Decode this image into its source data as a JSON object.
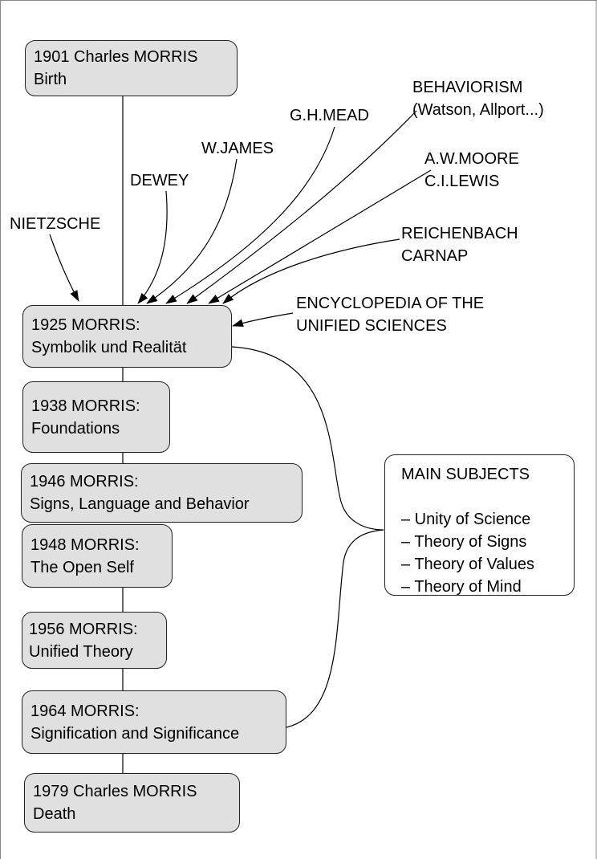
{
  "timeline": {
    "nodes": [
      {
        "line1": "1901 Charles MORRIS",
        "line2": "Birth"
      },
      {
        "line1": "1925 MORRIS:",
        "line2": "Symbolik und Realität"
      },
      {
        "line1": "1938 MORRIS:",
        "line2": "Foundations"
      },
      {
        "line1": "1946 MORRIS:",
        "line2": "Signs, Language and Behavior"
      },
      {
        "line1": "1948 MORRIS:",
        "line2": "The Open Self"
      },
      {
        "line1": "1956 MORRIS:",
        "line2": "Unified Theory"
      },
      {
        "line1": "1964 MORRIS:",
        "line2": "Signification and Significance"
      },
      {
        "line1": "1979 Charles MORRIS",
        "line2": "Death"
      }
    ]
  },
  "influences": [
    {
      "lines": [
        "NIETZSCHE"
      ]
    },
    {
      "lines": [
        "DEWEY"
      ]
    },
    {
      "lines": [
        "W.JAMES"
      ]
    },
    {
      "lines": [
        "G.H.MEAD"
      ]
    },
    {
      "lines": [
        "BEHAVIORISM",
        "(Watson, Allport...)"
      ]
    },
    {
      "lines": [
        "A.W.MOORE",
        "C.I.LEWIS"
      ]
    },
    {
      "lines": [
        "REICHENBACH",
        "CARNAP"
      ]
    },
    {
      "lines": [
        "ENCYCLOPEDIA OF THE",
        "UNIFIED SCIENCES"
      ]
    }
  ],
  "main_subjects": {
    "title": "MAIN SUBJECTS",
    "items": [
      "– Unity of Science",
      "– Theory of Signs",
      "– Theory of Values",
      "– Theory of Mind"
    ]
  }
}
